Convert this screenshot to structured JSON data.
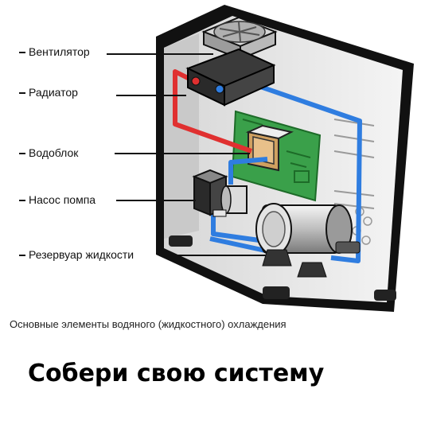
{
  "diagram": {
    "labels": {
      "fan": "Вентилятор",
      "radiator": "Радиатор",
      "waterblock": "Водоблок",
      "pump": "Насос помпа",
      "reservoir": "Резервуар жидкости"
    },
    "colors": {
      "hot_loop": "#e03030",
      "cold_loop": "#2f7de0",
      "board": "#3aa04a"
    }
  },
  "caption": "Основные элементы водяного (жидкостного) охлаждения",
  "headline": "Собери свою систему"
}
